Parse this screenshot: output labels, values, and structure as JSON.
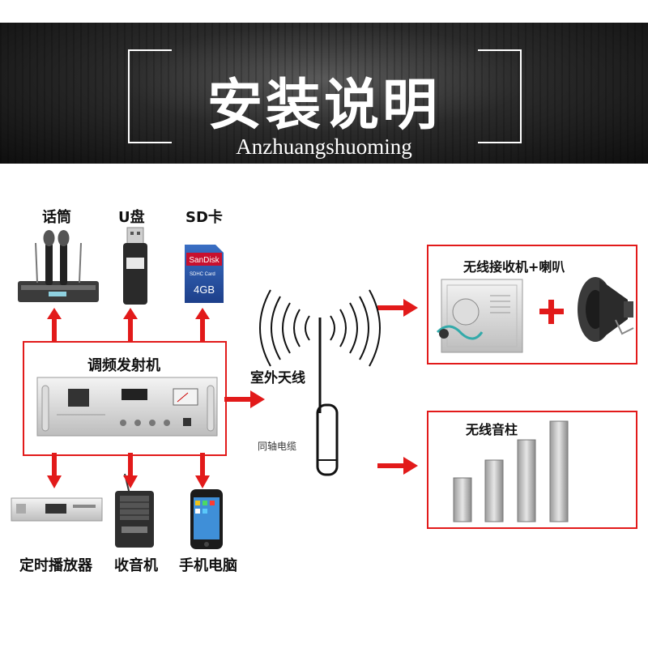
{
  "header": {
    "title": "安装说明",
    "subtitle": "Anzhuangshuoming"
  },
  "inputs": {
    "mic_label": "话筒",
    "usb_label": "U盘",
    "sd_label": "SD卡",
    "sd_brand": "SanDisk",
    "sd_type": "SDHC Card",
    "sd_capacity": "4GB"
  },
  "transmitter": {
    "label": "调频发射机"
  },
  "outputs": {
    "timer_label": "定时播放器",
    "radio_label": "收音机",
    "phone_label": "手机电脑"
  },
  "antenna": {
    "label": "室外天线",
    "cable_label": "同轴电缆"
  },
  "receivers": {
    "receiver_speaker_label": "无线接收机+喇叭",
    "column_speaker_label": "无线音柱"
  },
  "colors": {
    "arrow": "#e21a1a",
    "box_border": "#e21a1a"
  }
}
